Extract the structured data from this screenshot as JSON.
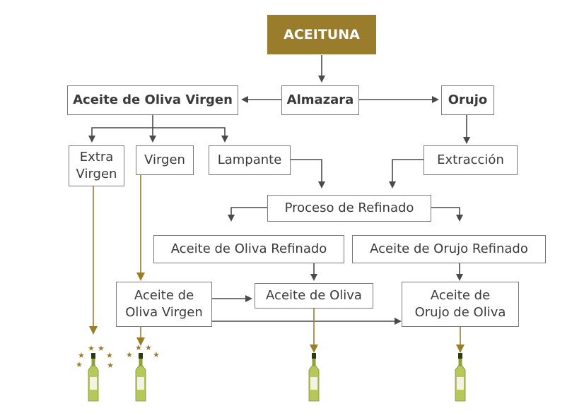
{
  "nodes": {
    "aceituna": "ACEITUNA",
    "almazara": "Almazara",
    "aceite_oliva_virgen": "Aceite de Oliva Virgen",
    "orujo": "Orujo",
    "extra_virgen": "Extra\nVirgen",
    "virgen": "Virgen",
    "lampante": "Lampante",
    "extraccion": "Extracción",
    "proceso_refinado": "Proceso de Refinado",
    "aceite_oliva_refinado": "Aceite de Oliva Refinado",
    "aceite_orujo_refinado": "Aceite de Orujo Refinado",
    "aceite_oliva_virgen_2": "Aceite de\nOliva Virgen",
    "aceite_de_oliva": "Aceite de Oliva",
    "aceite_orujo_oliva": "Aceite de\nOrujo de Oliva"
  },
  "colors": {
    "accent": "#9a7d2c",
    "arrow_gray": "#4a4a4a",
    "bottle": "#b7c85a"
  },
  "icons": [
    "olive-oil-bottle-icon",
    "star-icon"
  ]
}
